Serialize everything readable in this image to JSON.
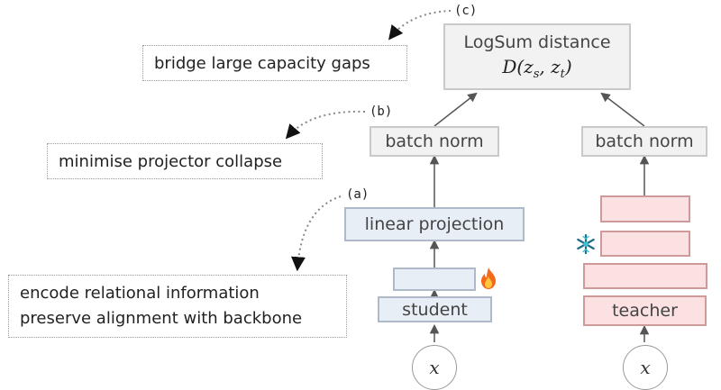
{
  "labels": {
    "logsum_title": "LogSum distance",
    "logsum_formula": "D(zs, zt)",
    "batch_norm_student": "batch norm",
    "batch_norm_teacher": "batch norm",
    "linear_projection": "linear projection",
    "student": "student",
    "teacher": "teacher",
    "input_student": "x",
    "input_teacher": "x"
  },
  "tags": {
    "a": "(a)",
    "b": "(b)",
    "c": "(c)"
  },
  "notes": {
    "c": "bridge large capacity gaps",
    "b": "minimise projector collapse",
    "a_line1": "encode relational information",
    "a_line2": "preserve alignment with backbone"
  },
  "icons": {
    "student_block": "fire-icon",
    "teacher_block": "snowflake-icon"
  },
  "colors": {
    "student_fill": "#e8eef6",
    "teacher_fill": "#fbe1e1",
    "neutral_fill": "#f2f2f2"
  }
}
